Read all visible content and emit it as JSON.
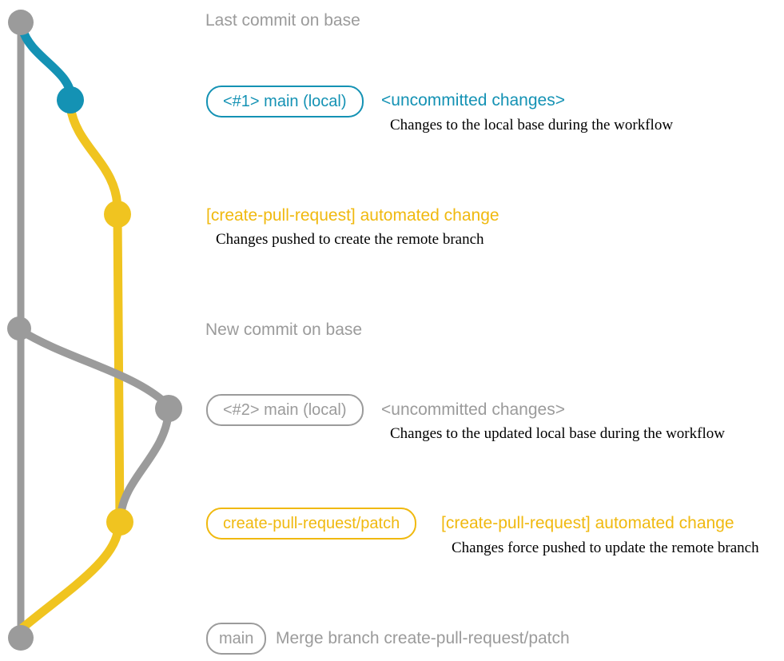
{
  "colors": {
    "bg": "#ffffff",
    "gray": "#9b9b9b",
    "teal": "#1492b4",
    "yellow": "#f0c420",
    "yellow_text": "#f0b90f"
  },
  "graph": {
    "nodes": [
      {
        "name": "commit-last-base",
        "color": "gray"
      },
      {
        "name": "commit-uncommitted-1",
        "color": "teal"
      },
      {
        "name": "commit-automated-1",
        "color": "yellow"
      },
      {
        "name": "commit-new-base",
        "color": "gray"
      },
      {
        "name": "commit-uncommitted-2",
        "color": "gray"
      },
      {
        "name": "commit-automated-2",
        "color": "yellow"
      },
      {
        "name": "commit-merge",
        "color": "gray"
      }
    ]
  },
  "rows": {
    "last_commit": {
      "text": "Last commit on base"
    },
    "uncommitted_1": {
      "branch_tag": "<#1> main (local)",
      "message": "<uncommitted changes>",
      "description": "Changes to the local base during the workflow"
    },
    "automated_1": {
      "message": "[create-pull-request] automated change",
      "description": "Changes pushed to create the remote branch"
    },
    "new_commit": {
      "text": "New commit on base"
    },
    "uncommitted_2": {
      "branch_tag": "<#2> main (local)",
      "message": "<uncommitted changes>",
      "description": "Changes to the updated local base during the workflow"
    },
    "automated_2": {
      "branch_tag": "create-pull-request/patch",
      "message": "[create-pull-request] automated change",
      "description": "Changes force pushed to update the remote branch"
    },
    "merge": {
      "branch_tag": "main",
      "message": "Merge branch create-pull-request/patch"
    }
  }
}
